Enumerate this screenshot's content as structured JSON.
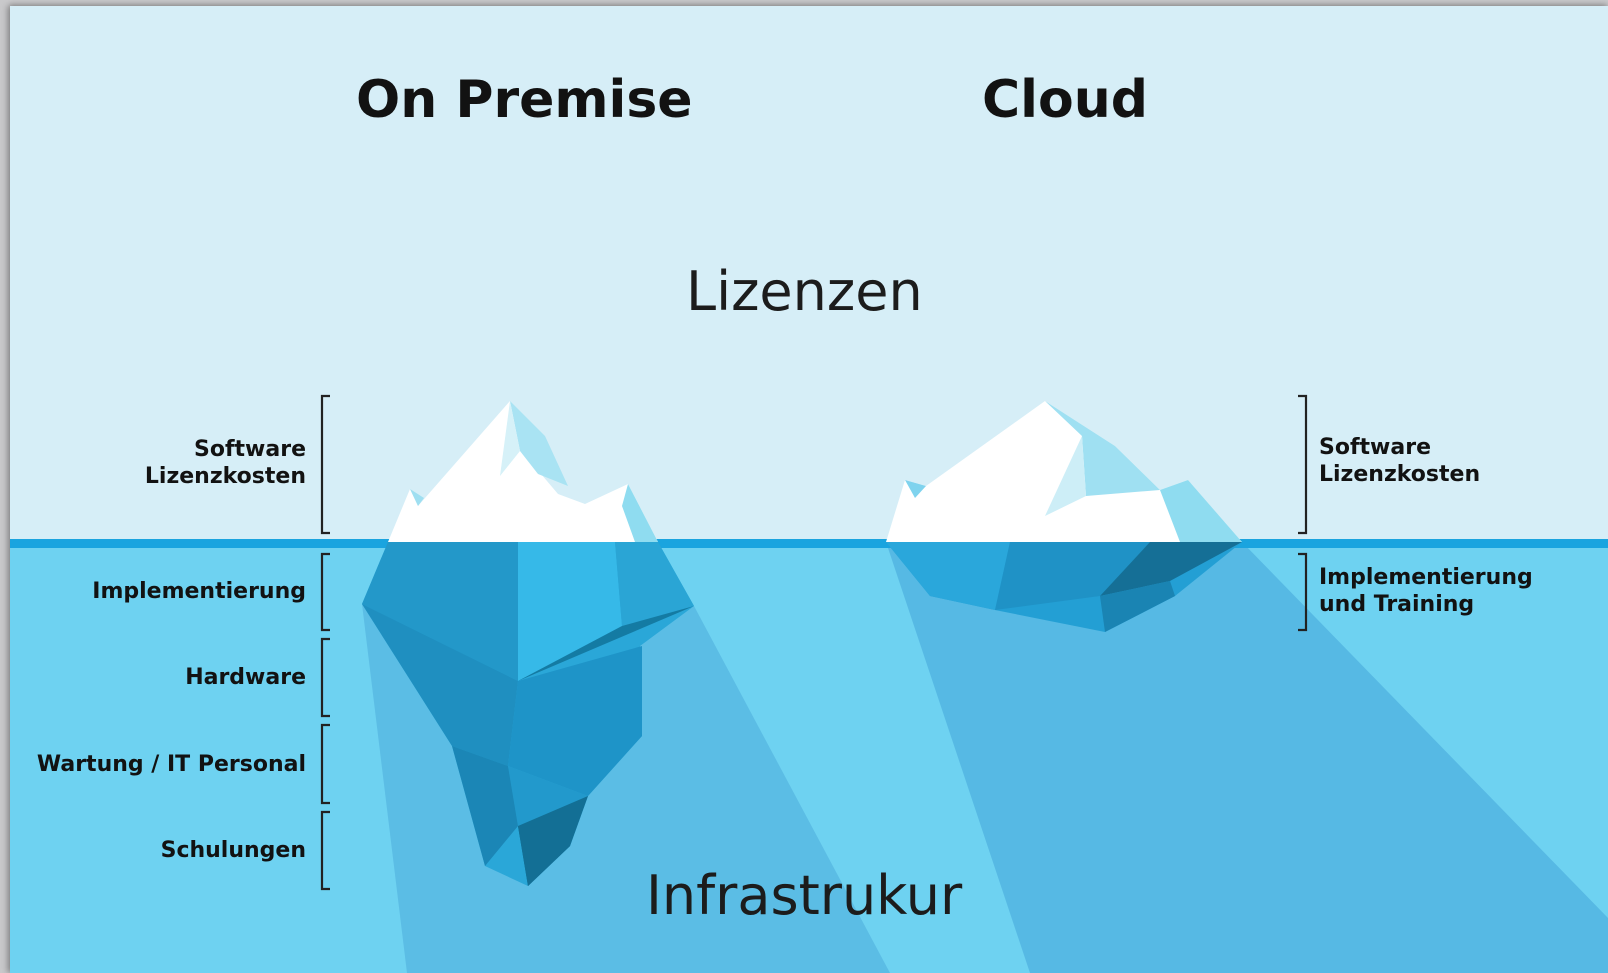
{
  "headings": {
    "left": "On Premise",
    "right": "Cloud"
  },
  "above_water_label": "Lizenzen",
  "below_water_label": "Infrastrukur",
  "on_premise_items": [
    {
      "line1": "Software",
      "line2": "Lizenzkosten"
    },
    {
      "line1": "Implementierung",
      "line2": ""
    },
    {
      "line1": "Hardware",
      "line2": ""
    },
    {
      "line1": "Wartung / IT Personal",
      "line2": ""
    },
    {
      "line1": "Schulungen",
      "line2": ""
    }
  ],
  "cloud_items": [
    {
      "line1": "Software",
      "line2": "Lizenzkosten"
    },
    {
      "line1": "Implementierung",
      "line2": "und Training"
    }
  ],
  "colors": {
    "sky": "#d6eef7",
    "water": "#6dd3f2",
    "waterline": "#1aa4df",
    "ice_white": "#ffffff",
    "ice_light": "#8fdcf0",
    "ice_mid": "#24a3d6",
    "ice_dark": "#13759a"
  }
}
